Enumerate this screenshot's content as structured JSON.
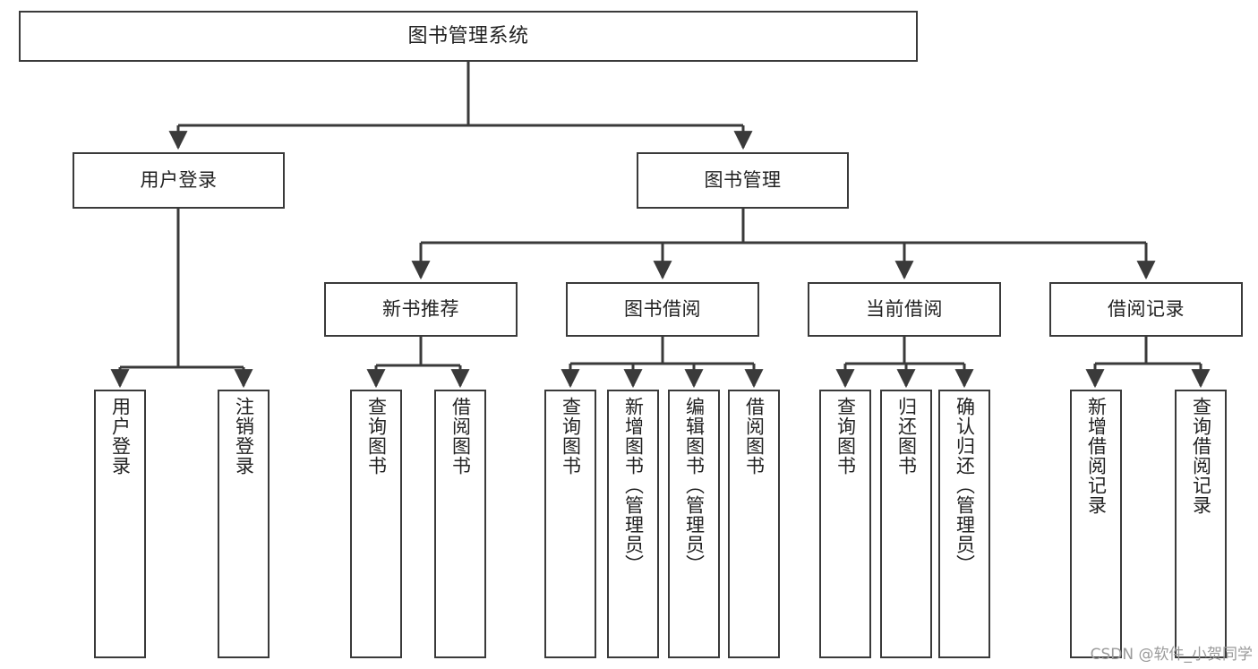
{
  "diagram": {
    "title_node": {
      "label": "图书管理系统"
    },
    "level2": [
      {
        "id": "user-login",
        "label": "用户登录"
      },
      {
        "id": "book-manage",
        "label": "图书管理"
      }
    ],
    "level3": [
      {
        "id": "new-book-rec",
        "label": "新书推荐"
      },
      {
        "id": "book-borrow",
        "label": "图书借阅"
      },
      {
        "id": "current-borrow",
        "label": "当前借阅"
      },
      {
        "id": "borrow-record",
        "label": "借阅记录"
      }
    ],
    "leaves": [
      {
        "id": "leaf-user-login",
        "label": "用户登录"
      },
      {
        "id": "leaf-logout-login",
        "label": "注销登录"
      },
      {
        "id": "leaf-query-book-1",
        "label": "查询图书"
      },
      {
        "id": "leaf-borrow-book-1",
        "label": "借阅图书"
      },
      {
        "id": "leaf-query-book-2",
        "label": "查询图书"
      },
      {
        "id": "leaf-add-book",
        "label": "新增图书（管理员）"
      },
      {
        "id": "leaf-edit-book",
        "label": "编辑图书（管理员）"
      },
      {
        "id": "leaf-borrow-book-2",
        "label": "借阅图书"
      },
      {
        "id": "leaf-query-book-3",
        "label": "查询图书"
      },
      {
        "id": "leaf-return-book",
        "label": "归还图书"
      },
      {
        "id": "leaf-confirm-return",
        "label": "确认归还（管理员）"
      },
      {
        "id": "leaf-add-record",
        "label": "新增借阅记录"
      },
      {
        "id": "leaf-query-record",
        "label": "查询借阅记录"
      }
    ]
  },
  "watermark": {
    "text": "CSDN @软件_小贺同学"
  },
  "colors": {
    "stroke": "#3a3a3a",
    "background": "#ffffff",
    "text": "#222222",
    "watermark": "#9a9a9a"
  }
}
